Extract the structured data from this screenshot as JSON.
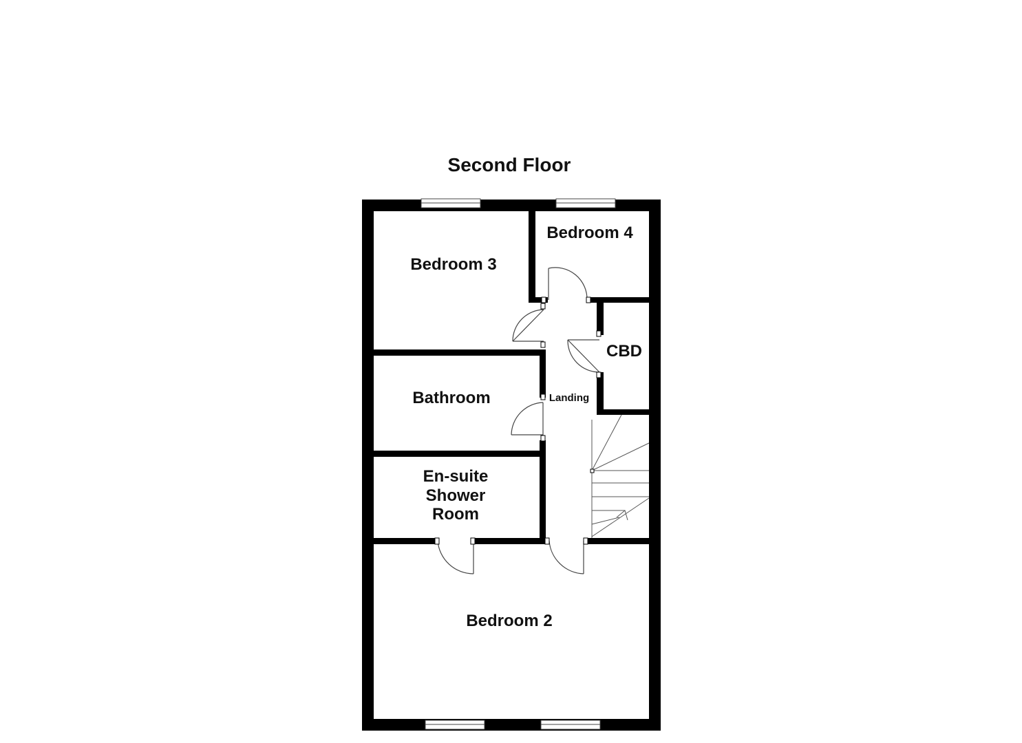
{
  "floor_title": "Second Floor",
  "rooms": {
    "bedroom3": "Bedroom 3",
    "bedroom4": "Bedroom 4",
    "cbd": "CBD",
    "bathroom": "Bathroom",
    "landing": "Landing",
    "ensuite_line1": "En-suite",
    "ensuite_line2": "Shower",
    "ensuite_line3": "Room",
    "bedroom2": "Bedroom 2"
  },
  "colors": {
    "wall": "#000000",
    "background": "#ffffff",
    "line": "#555555"
  }
}
